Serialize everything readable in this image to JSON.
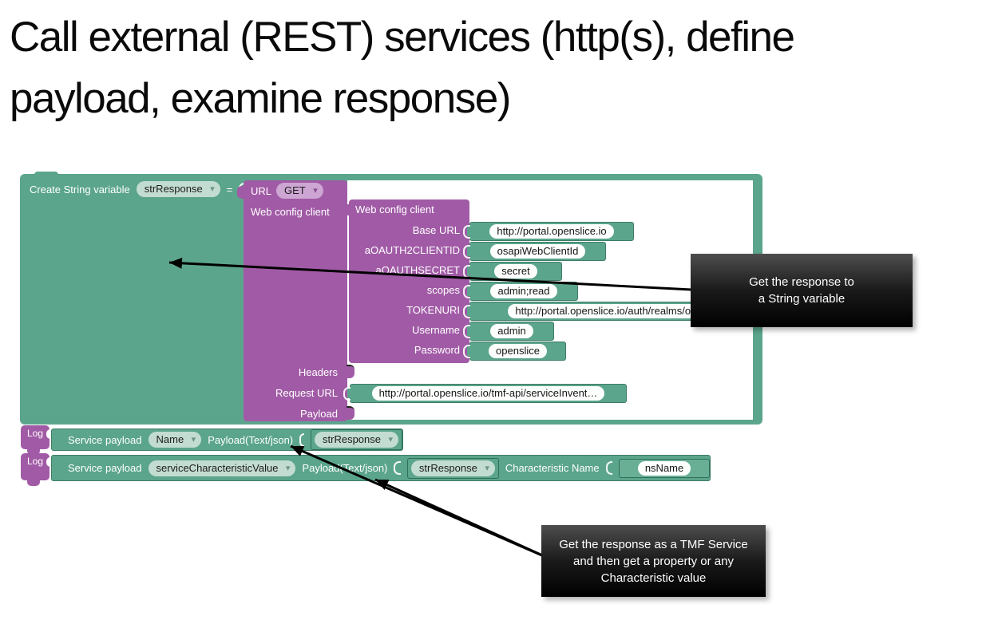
{
  "title": {
    "line1": "Call external (REST) services (http(s), define",
    "line2": "payload, examine response)"
  },
  "colors": {
    "block_teal": "#5ba58c",
    "block_teal_border": "#3e7c66",
    "block_purple": "#a15ba6",
    "dropdown_pill_teal": "#c3dcd1",
    "dropdown_pill_purple": "#cda6d3",
    "text_field_pill": "#fdfffd",
    "callout_background": "#000000",
    "callout_text": "#ffffff"
  },
  "outer_block": {
    "label": "Create String variable",
    "variable": "strResponse",
    "equals": "="
  },
  "url_block": {
    "label": "URL",
    "method": "GET",
    "client_label": "Web config client",
    "headers_label": "Headers",
    "request_url_label": "Request URL",
    "request_url_value": "http://portal.openslice.io/tmf-api/serviceInvent…",
    "payload_label": "Payload"
  },
  "web_config_block": {
    "title": "Web config client",
    "fields": [
      {
        "label": "Base URL",
        "value": "http://portal.openslice.io"
      },
      {
        "label": "aOAUTH2CLIENTID",
        "value": "osapiWebClientId"
      },
      {
        "label": "aOAUTHSECRET",
        "value": "secret"
      },
      {
        "label": "scopes",
        "value": "admin;read"
      },
      {
        "label": "TOKENURI",
        "value": "http://portal.openslice.io/auth/realms/ope"
      },
      {
        "label": "Username",
        "value": "admin"
      },
      {
        "label": "Password",
        "value": "openslice"
      }
    ]
  },
  "log_blocks": [
    {
      "tab": "Log",
      "label": "Service payload",
      "selector": "Name",
      "payload_label": "Payload(Text/json)",
      "value_variable": "strResponse"
    },
    {
      "tab": "Log",
      "label": "Service payload",
      "selector": "serviceCharacteristicValue",
      "payload_label": "Payload(Text/json)",
      "value_variable": "strResponse",
      "characteristic_label": "Characteristic Name",
      "characteristic_value": "nsName"
    }
  ],
  "callouts": [
    {
      "line1": "Get the response to",
      "line2": "a String variable"
    },
    {
      "line1": "Get the response as a TMF Service",
      "line2": "and then get a property or any",
      "line3": "Characteristic value"
    }
  ]
}
